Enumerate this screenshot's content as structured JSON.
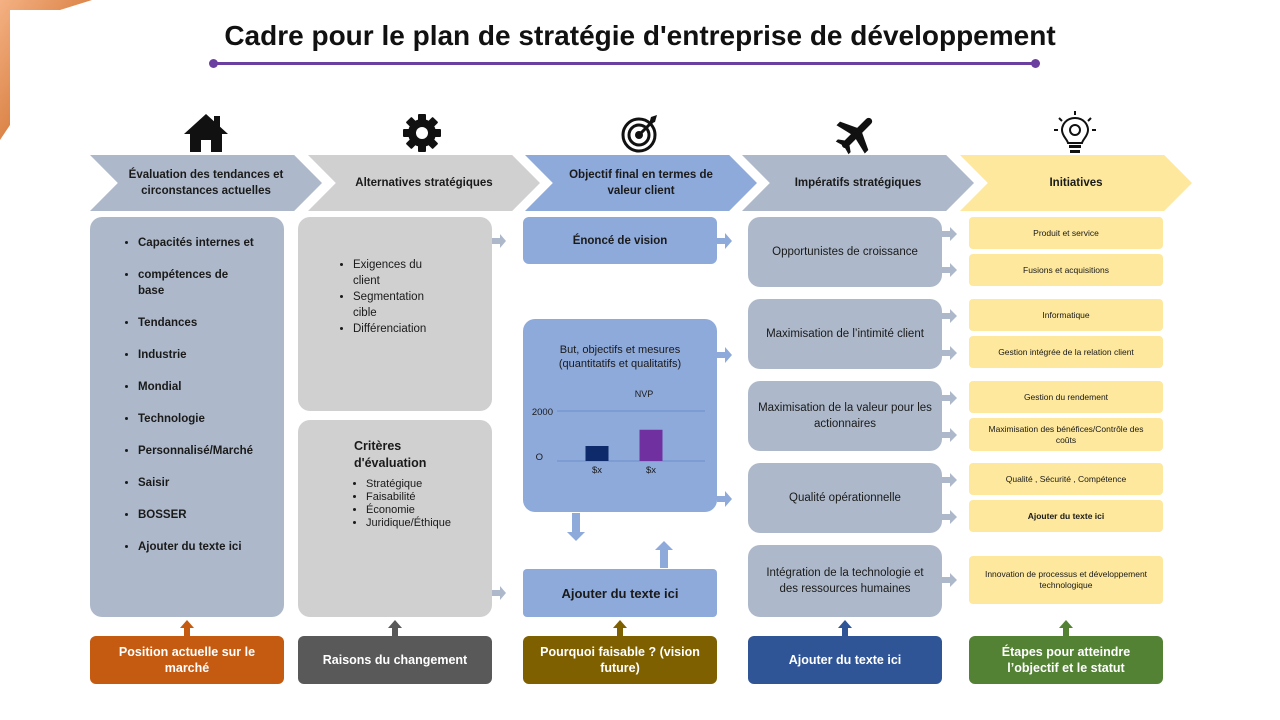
{
  "title": "Cadre pour le plan de stratégie d'entreprise de développement",
  "colors": {
    "accent": "#6b3fa0",
    "grey_blue": "#adb9ca",
    "light_grey": "#d0d0d0",
    "light_blue": "#8eaadb",
    "yellow": "#fde89d",
    "bar_dark": "#0e2a6b",
    "bar_purple": "#7030a0"
  },
  "icons": [
    "house-icon",
    "gear-icon",
    "target-icon",
    "airplane-icon",
    "lightbulb-icon"
  ],
  "headers": [
    "Évaluation des tendances et circonstances actuelles",
    "Alternatives stratégiques",
    "Objectif final en termes de valeur client",
    "Impératifs stratégiques",
    "Initiatives"
  ],
  "col1": {
    "items": [
      "Capacités internes et",
      "compétences de base",
      "Tendances",
      "Industrie",
      "Mondial",
      "Technologie",
      "Personnalisé/Marché",
      "Saisir",
      "BOSSER",
      "Ajouter du texte ici"
    ]
  },
  "col2": {
    "items": [
      "Exigences du client",
      "Segmentation cible",
      "Différenciation"
    ],
    "criteria_title": "Critères d'évaluation",
    "criteria": [
      "Stratégique",
      "Faisabilité",
      "Économie",
      "Juridique/Éthique"
    ]
  },
  "col3": {
    "vision": "Énoncé de vision",
    "goals_title": "But, objectifs et mesures (quantitatifs et qualitatifs)",
    "bottom": "Ajouter du texte ici"
  },
  "chart_data": {
    "type": "bar",
    "title": "NVP",
    "categories": [
      "$x",
      "$x"
    ],
    "values": [
      600,
      1250
    ],
    "ytick_labels": [
      "2000",
      "O"
    ],
    "ylim": [
      0,
      2000
    ]
  },
  "col4": {
    "items": [
      "Opportunistes de croissance",
      "Maximisation de l’intimité client",
      "Maximisation de la valeur pour les actionnaires",
      "Qualité opérationnelle",
      "Intégration de la technologie et des ressources humaines"
    ]
  },
  "col5": {
    "items": [
      "Produit et service",
      "Fusions et acquisitions",
      "Informatique",
      "Gestion intégrée de la relation client",
      "Gestion du rendement",
      "Maximisation des bénéfices/Contrôle des coûts",
      "Qualité , Sécurité , Compétence",
      "Ajouter du texte ici",
      "Innovation de processus et développement technologique"
    ]
  },
  "footers": [
    {
      "label": "Position actuelle sur le marché",
      "color": "#c55a11"
    },
    {
      "label": "Raisons du changement",
      "color": "#595959"
    },
    {
      "label": "Pourquoi faisable ? (vision future)",
      "color": "#7f6000"
    },
    {
      "label": "Ajouter du texte ici",
      "color": "#2f5597"
    },
    {
      "label": "Étapes pour atteindre l’objectif et le statut",
      "color": "#548235"
    }
  ]
}
